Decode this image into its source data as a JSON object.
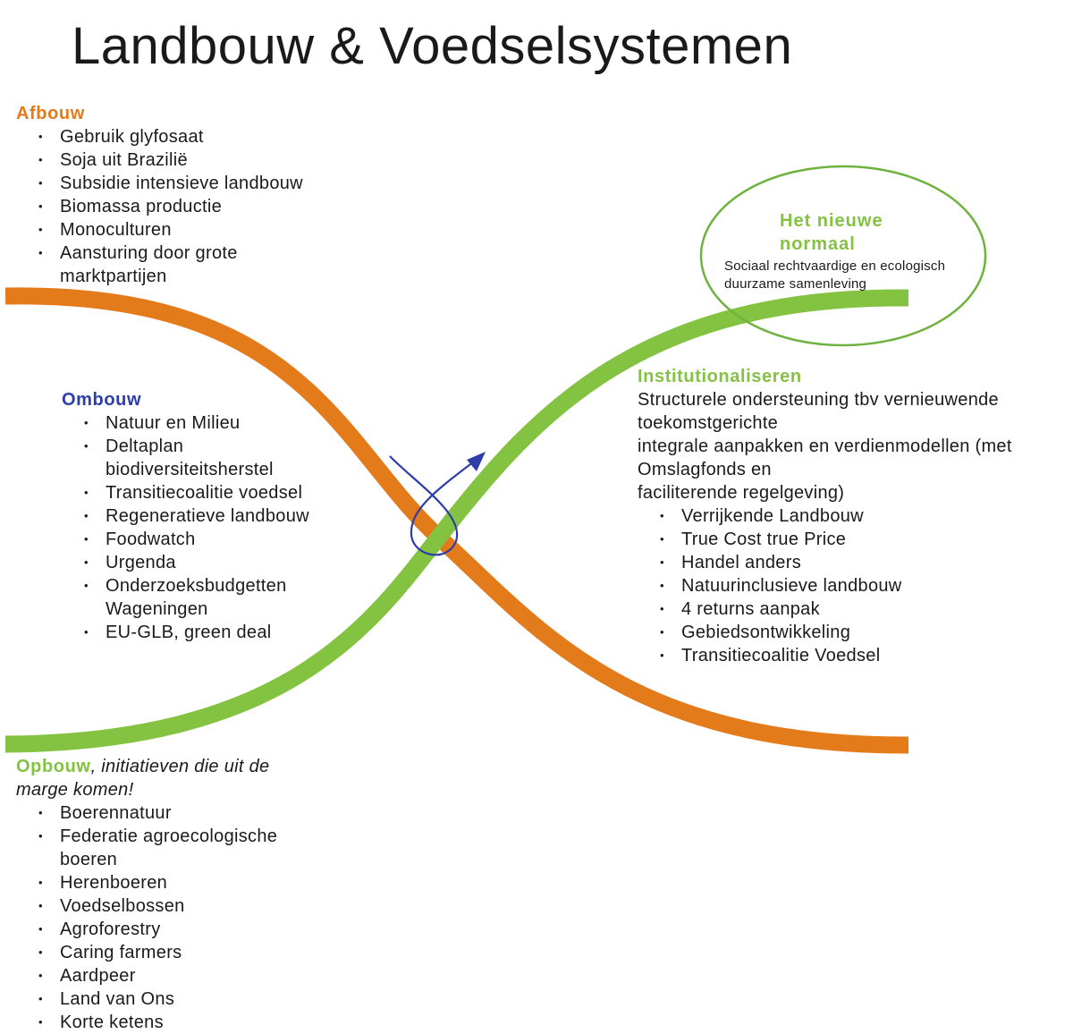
{
  "title": "Landbouw & Voedselsystemen",
  "colors": {
    "afbouw_orange": "#e37b1a",
    "opbouw_green": "#84c341",
    "ombouw_blue": "#2e3ea8"
  },
  "afbouw": {
    "heading": "Afbouw",
    "items": [
      "Gebruik glyfosaat",
      "Soja uit Brazilië",
      "Subsidie intensieve landbouw",
      "Biomassa productie",
      "Monoculturen",
      "Aansturing door grote marktpartijen"
    ]
  },
  "ombouw": {
    "heading": "Ombouw",
    "items": [
      "Natuur en Milieu",
      "Deltaplan biodiversiteitsherstel",
      "Transitiecoalitie voedsel",
      "Regeneratieve landbouw",
      "Foodwatch",
      "Urgenda",
      "Onderzoeksbudgetten Wageningen",
      "EU-GLB, green deal"
    ]
  },
  "opbouw": {
    "heading": "Opbouw",
    "subtitle": ", initiatieven die uit de marge komen!",
    "items": [
      "Boerennatuur",
      "Federatie agroecologische boeren",
      "Herenboeren",
      "Voedselbossen",
      "Agroforestry",
      "Caring farmers",
      "Aardpeer",
      "Land van Ons",
      "Korte ketens"
    ]
  },
  "institutionaliseren": {
    "heading": "Institutionaliseren",
    "intro": [
      "Structurele ondersteuning tbv vernieuwende",
      "toekomstgerichte",
      "integrale aanpakken en verdienmodellen (met",
      "Omslagfonds en",
      "faciliterende regelgeving)"
    ],
    "items": [
      "Verrijkende Landbouw",
      "True Cost true Price",
      "Handel anders",
      "Natuurinclusieve landbouw",
      "4 returns aanpak",
      "Gebiedsontwikkeling",
      "Transitiecoalitie Voedsel"
    ]
  },
  "nieuwe_normaal": {
    "heading": "Het nieuwe normaal",
    "subtitle": "Sociaal rechtvaardige en ecologisch duurzame samenleving"
  }
}
